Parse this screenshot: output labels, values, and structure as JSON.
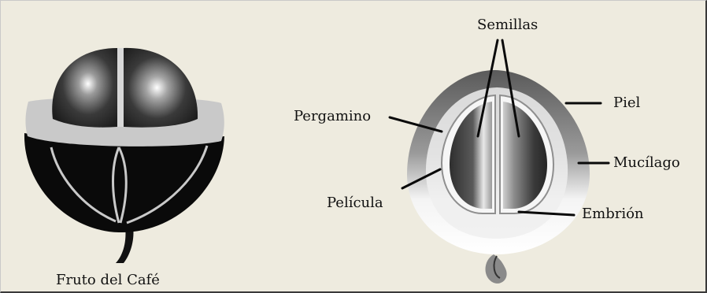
{
  "diagram": {
    "fruit": {
      "caption": "Fruto del Café"
    },
    "cross_section": {
      "labels": {
        "seeds": "Semillas",
        "parchment": "Pergamino",
        "skin": "Piel",
        "mucilage": "Mucílago",
        "film": "Película",
        "embryo": "Embrión"
      }
    }
  },
  "colors": {
    "background": "#eeebdf",
    "label_text": "#111111"
  }
}
